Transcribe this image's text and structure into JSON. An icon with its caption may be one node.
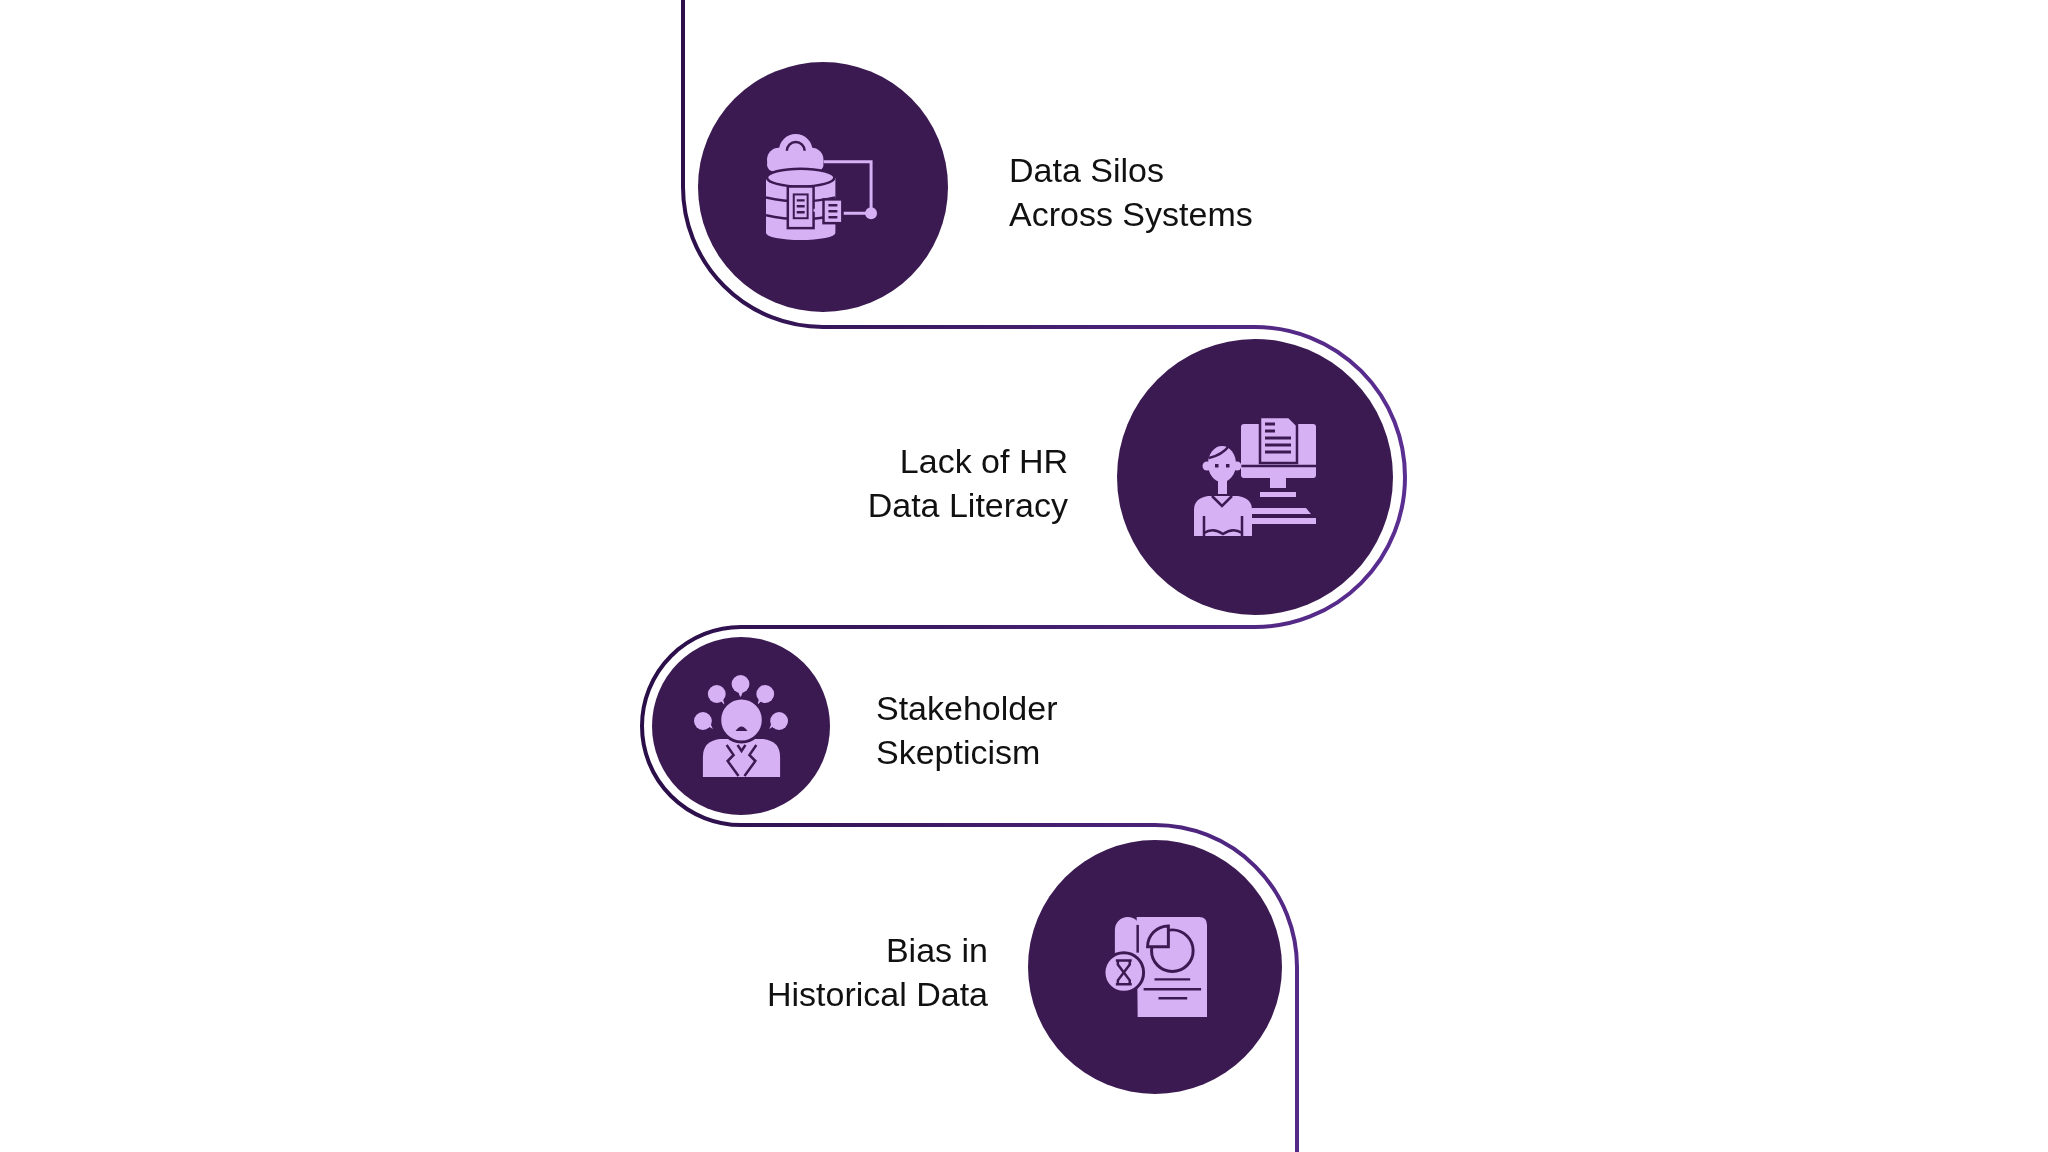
{
  "diagram": {
    "nodes": [
      {
        "text": [],
        "shape": "circle",
        "beside": [
          "Data Silos Across Systems"
        ]
      },
      {
        "text": [],
        "shape": "circle",
        "beside": [
          "Lack of HR Data Literacy"
        ]
      },
      {
        "text": [],
        "shape": "circle",
        "beside": [
          "Stakeholder Skepticism"
        ]
      },
      {
        "text": [],
        "shape": "circle",
        "beside": [
          "Bias in Historical Data"
        ]
      }
    ],
    "edges": [
      {
        "from": null,
        "to": 0,
        "arrow": "none"
      },
      {
        "from": 0,
        "to": 1,
        "arrow": "none"
      },
      {
        "from": 1,
        "to": 2,
        "arrow": "none"
      },
      {
        "from": 2,
        "to": 3,
        "arrow": "none"
      },
      {
        "from": 3,
        "to": null,
        "arrow": "none"
      }
    ]
  }
}
